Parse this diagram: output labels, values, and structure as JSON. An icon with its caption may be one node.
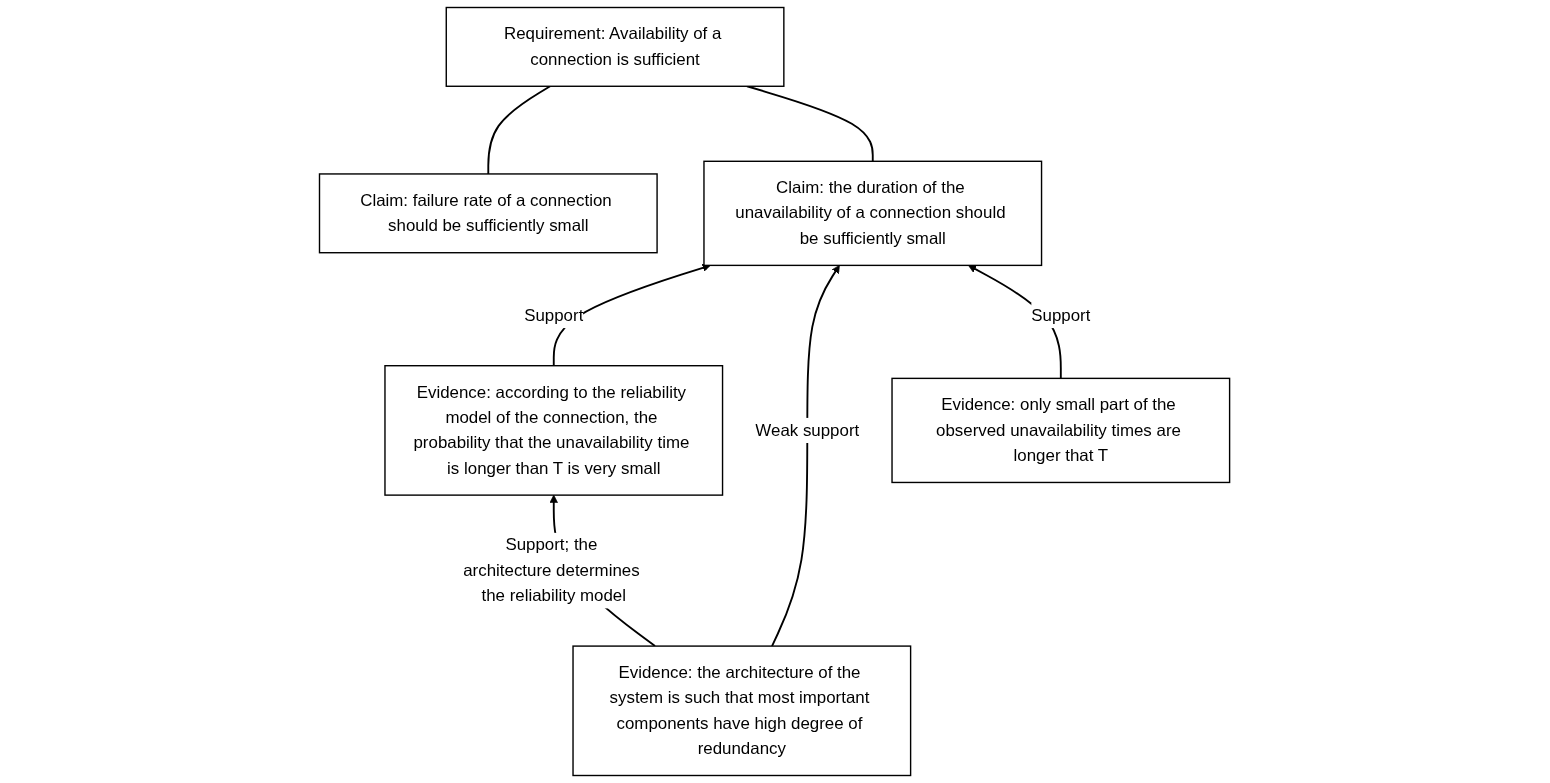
{
  "diagram": {
    "nodes": [
      {
        "text": [
          "Requirement: Availability of a connection is sufficient"
        ]
      },
      {
        "text": [
          "Claim: failure rate of a connection should be sufficiently small"
        ]
      },
      {
        "text": [
          "Claim: the duration of the unavailability of a connection should be sufficiently small"
        ]
      },
      {
        "text": [
          "Evidence: according to the reliability model of the connection, the probability that the unavailability time is longer than T is very small"
        ]
      },
      {
        "text": [
          "Evidence: only small part of the observed unavailability times are longer that T"
        ]
      },
      {
        "text": [
          "Evidence: the architecture of the system is such that most important components have high degree of redundancy"
        ]
      }
    ],
    "edges": [
      {
        "from": 1,
        "to": 0,
        "arrow": "none"
      },
      {
        "from": 2,
        "to": 0,
        "arrow": "none"
      },
      {
        "from": 3,
        "to": 2,
        "arrow": "to",
        "label": "Support"
      },
      {
        "from": 5,
        "to": 2,
        "arrow": "to",
        "label": "Weak support"
      },
      {
        "from": 4,
        "to": 2,
        "arrow": "to",
        "label": "Support"
      },
      {
        "from": 5,
        "to": 3,
        "arrow": "to",
        "label": "Support; the architecture determines the reliability model"
      }
    ]
  }
}
